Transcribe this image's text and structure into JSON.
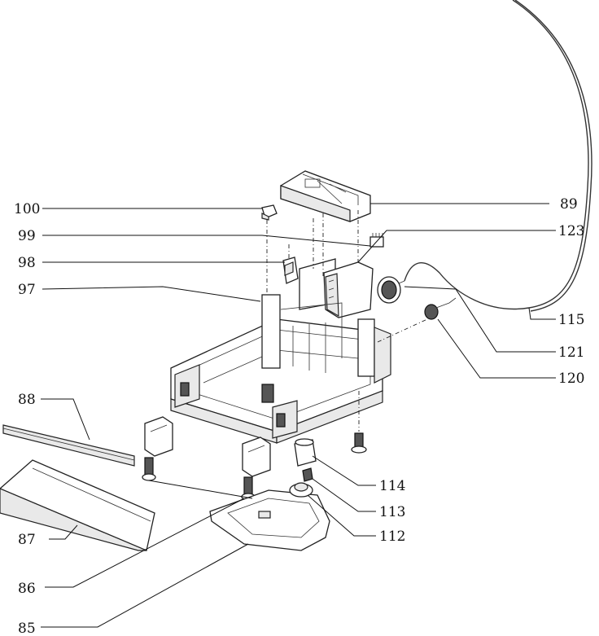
{
  "labels": {
    "l85": "85",
    "l86": "86",
    "l87": "87",
    "l88": "88",
    "l89": "89",
    "l97": "97",
    "l98": "98",
    "l99": "99",
    "l100": "100",
    "l112": "112",
    "l113": "113",
    "l114": "114",
    "l115": "115",
    "l120": "120",
    "l121": "121",
    "l123": "123"
  }
}
